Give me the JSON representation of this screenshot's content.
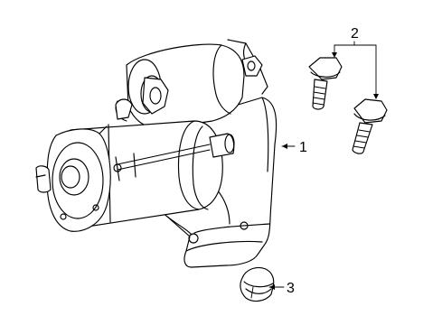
{
  "diagram": {
    "parts": [
      {
        "id": "starter-motor",
        "callout": "1"
      },
      {
        "id": "mounting-bolts",
        "callout": "2"
      },
      {
        "id": "bolt-cap",
        "callout": "3"
      }
    ]
  }
}
